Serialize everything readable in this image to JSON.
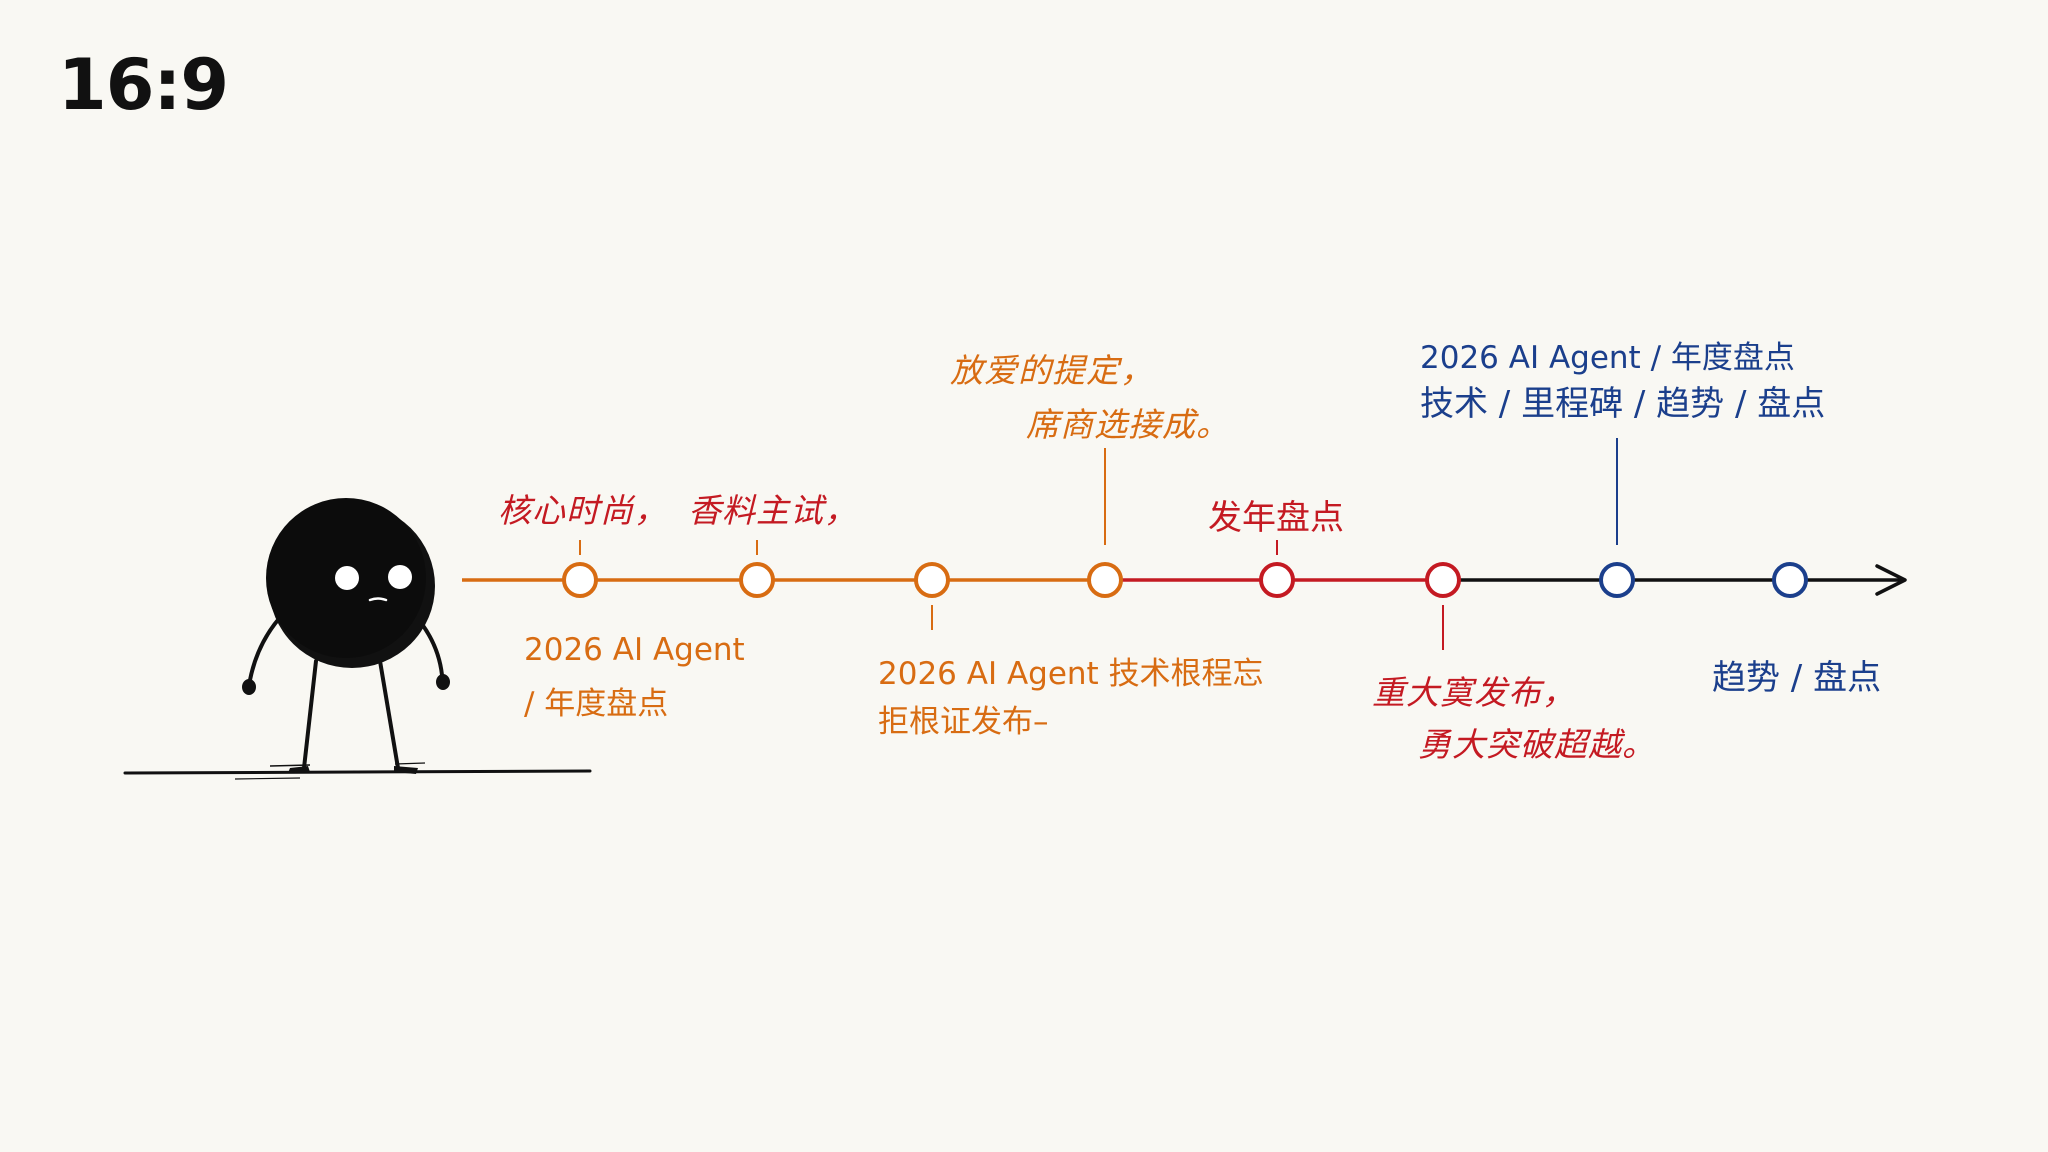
{
  "aspect_label": "16:9",
  "colors": {
    "orange": "#d86c12",
    "red": "#c41a22",
    "blue": "#1b3f8c",
    "ink": "#111111",
    "paper": "#f9f8f3"
  },
  "character": {
    "icon": "round-black-figure-icon"
  },
  "timeline": {
    "nodes": [
      {
        "color": "orange"
      },
      {
        "color": "orange"
      },
      {
        "color": "orange"
      },
      {
        "color": "orange"
      },
      {
        "color": "red"
      },
      {
        "color": "red"
      },
      {
        "color": "blue"
      },
      {
        "color": "blue"
      }
    ],
    "segments": [
      {
        "from": "start",
        "to": 3,
        "color": "orange"
      },
      {
        "from": 3,
        "to": 5,
        "color": "red"
      },
      {
        "from": 5,
        "to": "end",
        "color": "blue"
      }
    ]
  },
  "labels": {
    "n1_above": "核心时尚，",
    "n1_below_line1": "2026 AI Agent",
    "n1_below_line2": "/ 年度盘点",
    "n2_above": "香料主试，",
    "n3_below_line1": "2026 AI Agent 技术根程忘",
    "n3_below_line2": "拒根证发布–",
    "n4_above_line1": "放爱的提定，",
    "n4_above_line2": "席商选接成。",
    "n5_above": "发年盘点",
    "n6_below_line1": "重大寞发布，",
    "n6_below_line2": "勇大突破超越。",
    "n7_above_line1": "2026 AI Agent / 年度盘点",
    "n7_above_line2": "技术 / 里程碑 / 趋势 / 盘点",
    "end_label": "趋势 / 盘点"
  }
}
